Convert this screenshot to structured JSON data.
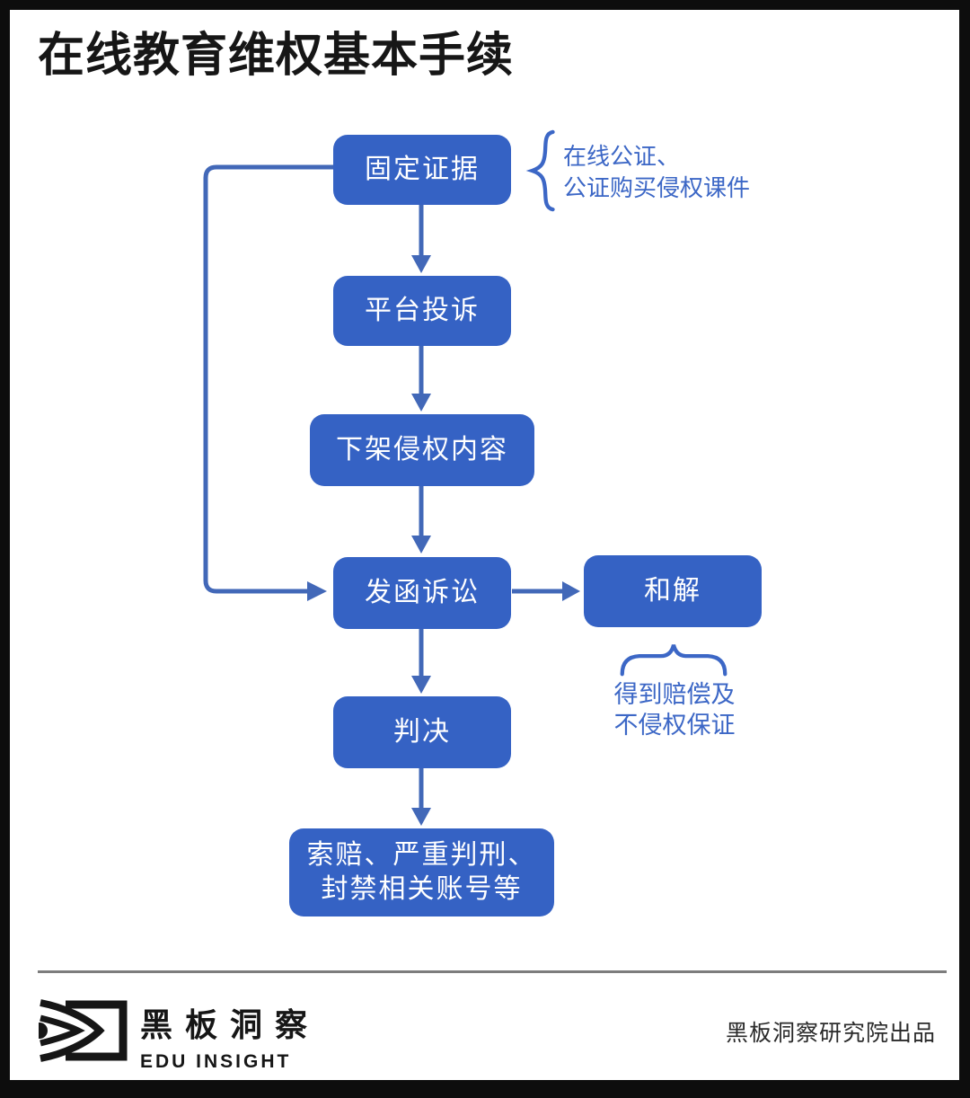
{
  "page": {
    "title": "在线教育维权基本手续"
  },
  "flow": {
    "nodes": [
      {
        "id": "fix-evidence",
        "label": "固定证据"
      },
      {
        "id": "platform-complaint",
        "label": "平台投诉"
      },
      {
        "id": "takedown-infringing-content",
        "label": "下架侵权内容"
      },
      {
        "id": "send-letter-litigation",
        "label": "发函诉讼"
      },
      {
        "id": "settlement",
        "label": "和解"
      },
      {
        "id": "judgment",
        "label": "判决"
      },
      {
        "id": "penalty",
        "label": "索赔、严重判刑、\n封禁相关账号等"
      }
    ],
    "annotations": [
      {
        "target": "fix-evidence",
        "lines": [
          "在线公证、",
          "公证购买侵权课件"
        ]
      },
      {
        "target": "settlement",
        "lines": [
          "得到赔偿及",
          "不侵权保证"
        ]
      }
    ]
  },
  "footer": {
    "brand_cn": "黑板洞察",
    "brand_en": "EDU INSIGHT",
    "credit": "黑板洞察研究院出品"
  },
  "colors": {
    "node_fill": "#3562c4",
    "connector_blue": "#4268b8",
    "annotation_blue": "#3c67c6",
    "frame_black": "#0d0d0d",
    "divider_gray": "#7d7d7d",
    "node_text": "#ffffff",
    "title_text": "#161616"
  }
}
